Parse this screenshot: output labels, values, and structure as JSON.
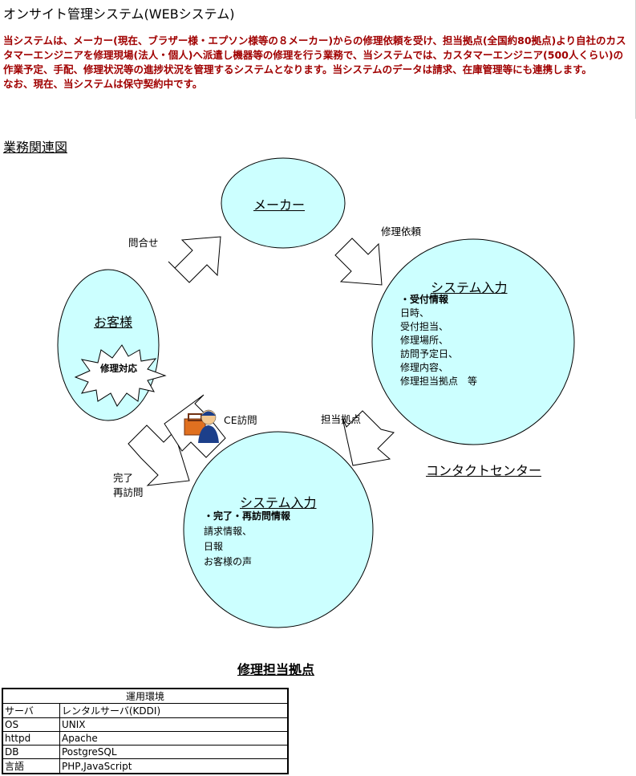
{
  "page_title": "オンサイト管理システム(WEBシステム)",
  "description": [
    "当システムは、メーカー(現在、ブラザー様・エプソン様等の８メーカー)からの修理依頼を受け、担当拠点(全国約80拠点)より自社のカスタマーエンジニアを修理現場(法人・個人)へ派遣し機器等の修理を行う業務で、当システムでは、カスタマーエンジニア(500人くらい)の作業予定、手配、修理状況等の進捗状況を管理するシステムとなります。当システムのデータは請求、在庫管理等にも連携します。",
    "なお、現在、当システムは保守契約中です。"
  ],
  "section_title": "業務関連図",
  "diagram": {
    "maker": "メーカー",
    "customer": "お客様",
    "repair_burst": "修理対応",
    "contact": {
      "heading": "システム入力",
      "subheading": "・受付情報",
      "items": [
        "日時、",
        "受付担当、",
        "修理場所、",
        "訪問予定日、",
        "修理内容、",
        "修理担当拠点　等"
      ],
      "caption": "コンタクトセンター"
    },
    "base": {
      "heading": "システム入力",
      "subheading": "・完了・再訪問情報",
      "items": [
        "請求情報、",
        "日報",
        "お客様の声"
      ],
      "caption": "修理担当拠点"
    },
    "arrows": {
      "inquiry": "問合せ",
      "repair_request": "修理依頼",
      "assign_base": "担当拠点",
      "ce_visit": "CE訪問",
      "complete": "完了",
      "revisit": "再訪問"
    },
    "colors": {
      "ellipse_fill": "#ccffff",
      "accent_text": "#a00000"
    }
  },
  "environment": {
    "header": "運用環境",
    "rows": [
      {
        "key": "サーバ",
        "value": "レンタルサーバ(KDDI)"
      },
      {
        "key": "OS",
        "value": "UNIX"
      },
      {
        "key": "httpd",
        "value": "Apache"
      },
      {
        "key": "DB",
        "value": "PostgreSQL"
      },
      {
        "key": "言語",
        "value": "PHP,JavaScript"
      }
    ]
  }
}
